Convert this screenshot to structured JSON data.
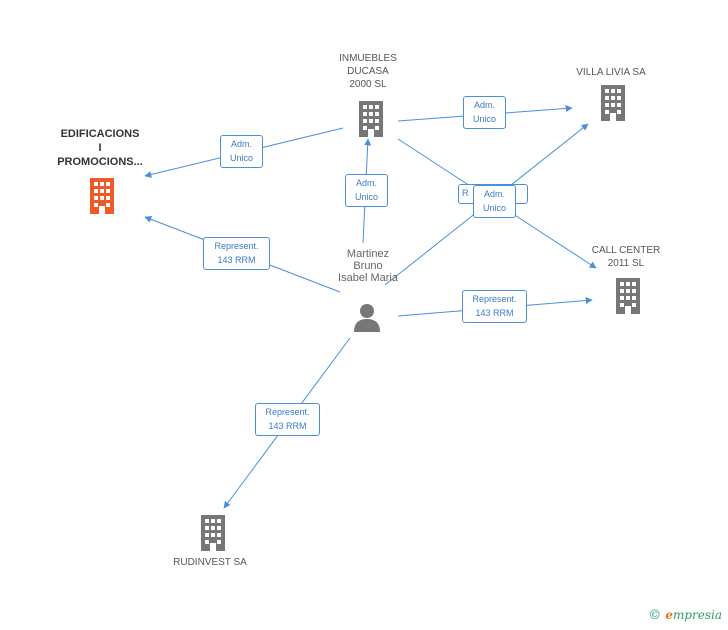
{
  "nodes": {
    "edificacions": {
      "label": "EDIFICACIONS\nI\nPROMOCIONS...",
      "color": "#f05a28"
    },
    "inmuebles": {
      "label": "INMUEBLES\nDUCASA\n2000 SL",
      "color": "#777777"
    },
    "villa": {
      "label": "VILLA LIVIA SA",
      "color": "#777777"
    },
    "callcenter": {
      "label": "CALL CENTER\n2011 SL",
      "color": "#777777"
    },
    "rudinvest": {
      "label": "RUDINVEST SA",
      "color": "#777777"
    },
    "person": {
      "label": "Martinez\nBruno\nIsabel Maria",
      "color": "#666666"
    }
  },
  "edges": {
    "e1": "Adm.\nUnico",
    "e2": "Adm.\nUnico",
    "e3": "Adm.\nUnico",
    "e4": "Represent.\n143 RRM",
    "e5": "Represent.\n143 RRM",
    "e6": "Represent.\n143 RRM",
    "e7_back": "R",
    "e7": "Adm.\nUnico"
  },
  "colors": {
    "edge": "#4a90d9",
    "edge_text": "#3a7bc8"
  },
  "footer": {
    "copyright": "©",
    "brand_e": "e",
    "brand_rest": "mpresia"
  }
}
